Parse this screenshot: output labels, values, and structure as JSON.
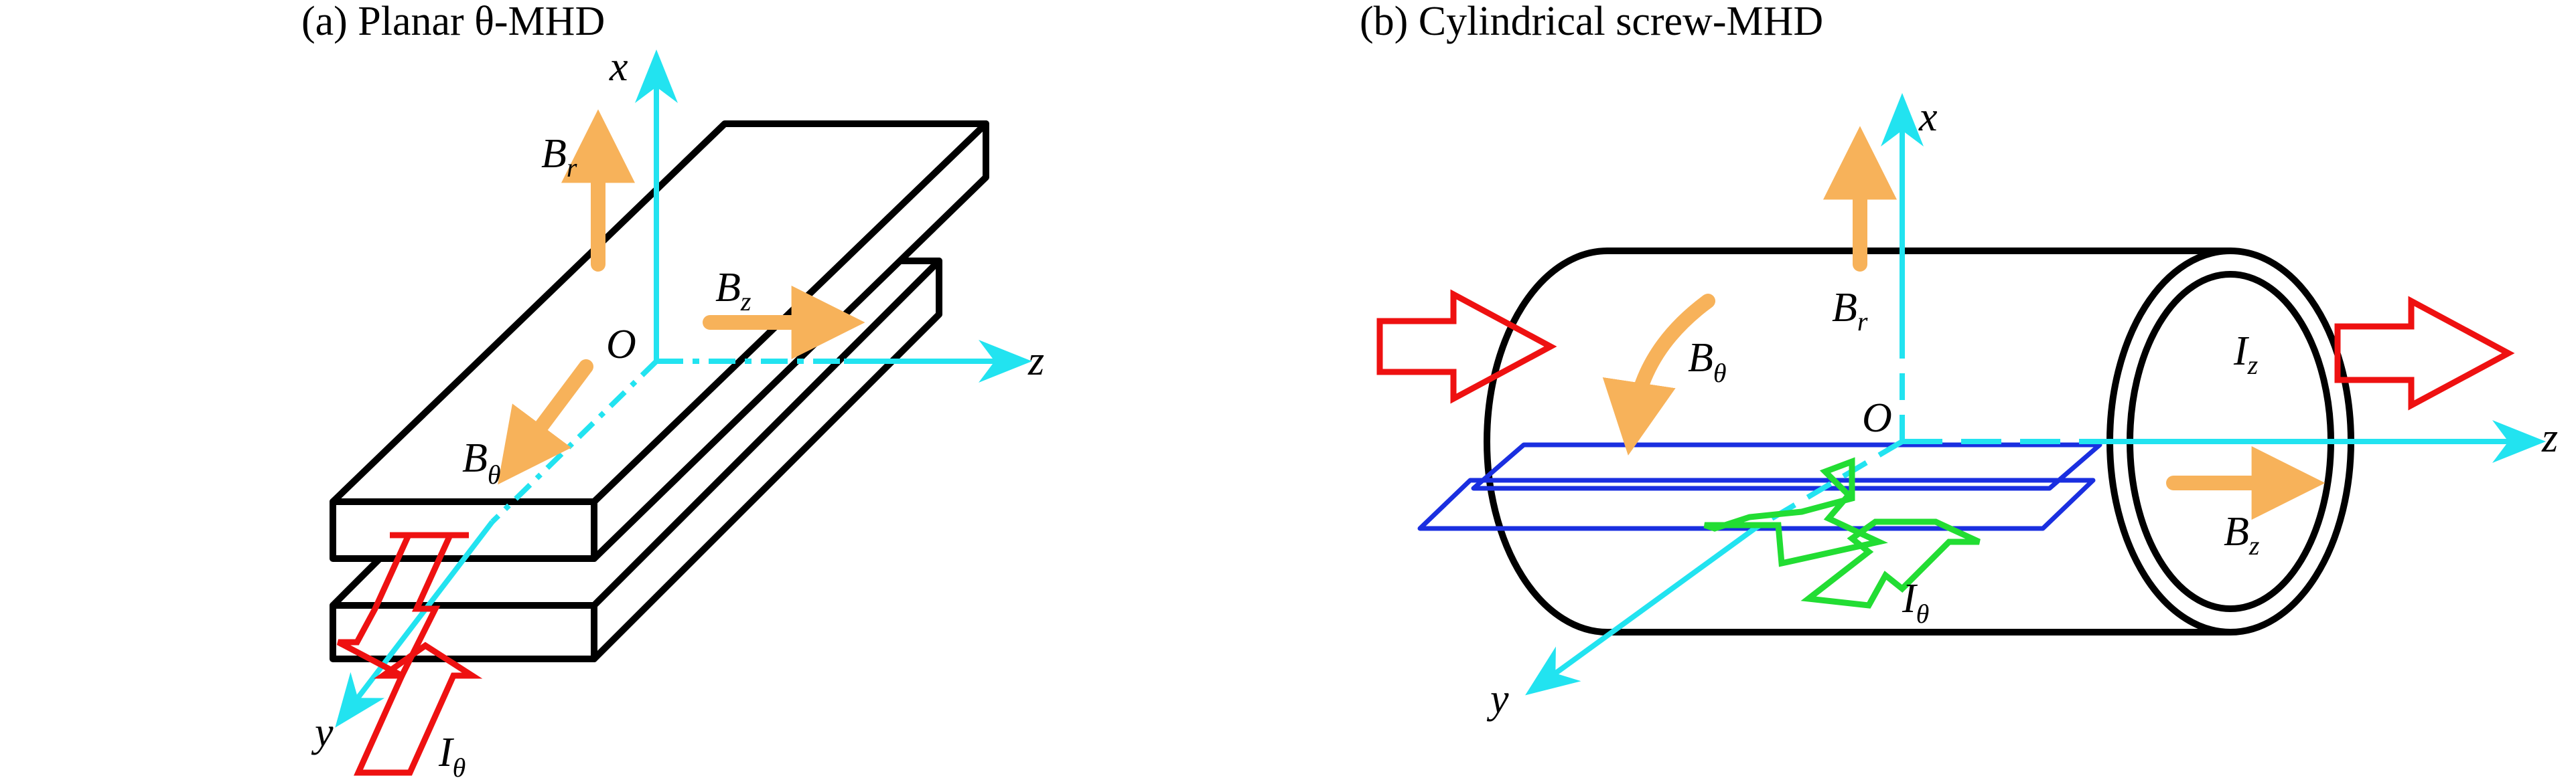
{
  "captions": {
    "a": "(a) Planar θ-MHD",
    "b": "(b) Cylindrical screw-MHD"
  },
  "panel_a": {
    "labels": {
      "x": "x",
      "y": "y",
      "z": "z",
      "origin": "O"
    },
    "fields": {
      "Br": {
        "main": "B",
        "sub": "r"
      },
      "Bz": {
        "main": "B",
        "sub": "z"
      },
      "Btheta": {
        "main": "B",
        "sub": "θ"
      },
      "Itheta": {
        "main": "I",
        "sub": "θ"
      }
    }
  },
  "panel_b": {
    "labels": {
      "x": "x",
      "y": "y",
      "z": "z",
      "origin": "O"
    },
    "fields": {
      "Br": {
        "main": "B",
        "sub": "r"
      },
      "Bz": {
        "main": "B",
        "sub": "z"
      },
      "Btheta": {
        "main": "B",
        "sub": "θ"
      },
      "Iz": {
        "main": "I",
        "sub": "z"
      },
      "Itheta": {
        "main": "I",
        "sub": "θ"
      }
    }
  },
  "colors": {
    "axis": "#22e3f0",
    "magnetic_field": "#f7b25a",
    "current_red": "#ee1111",
    "current_green": "#22dd33",
    "electrode_blue": "#1a2fe0",
    "outline": "#000000"
  }
}
